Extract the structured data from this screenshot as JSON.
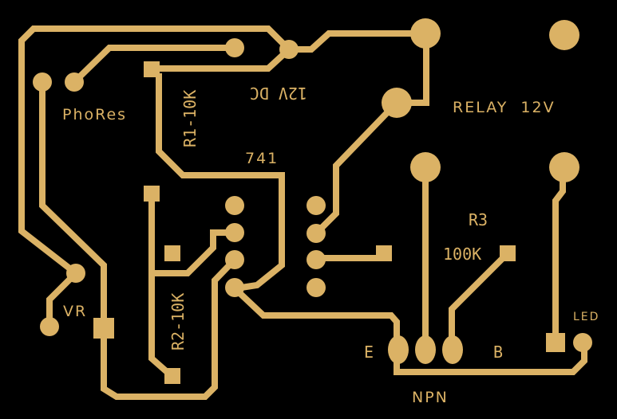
{
  "board": {
    "title": "Light-activated relay PCB (copper layer)",
    "copper_color": "#DBB265",
    "background_color": "#000000"
  },
  "labels": {
    "photoresistor": "PhoRes",
    "r1": "R1-10K",
    "supply": "12V DC",
    "opamp": "741",
    "relay": "RELAY  12V",
    "r3_name": "R3",
    "r3_value": "100K",
    "r2": "R2-10K",
    "vr": "VR",
    "emitter": "E",
    "base": "B",
    "transistor": "NPN",
    "led": "LED"
  },
  "components": [
    {
      "id": "photoresistor",
      "label": "PhoRes",
      "pads": 2
    },
    {
      "id": "r1",
      "label": "R1-10K",
      "pads": 2
    },
    {
      "id": "r2",
      "label": "R2-10K",
      "pads": 2
    },
    {
      "id": "r3",
      "label": "R3 100K",
      "pads": 2
    },
    {
      "id": "vr",
      "label": "VR",
      "pads": 3
    },
    {
      "id": "ic-741",
      "label": "741",
      "pads": 8
    },
    {
      "id": "relay",
      "label": "RELAY 12V",
      "pads": 5
    },
    {
      "id": "npn",
      "label": "NPN",
      "pads": 3
    },
    {
      "id": "led",
      "label": "LED",
      "pads": 2
    },
    {
      "id": "power",
      "label": "12V DC",
      "pads": 2
    }
  ]
}
